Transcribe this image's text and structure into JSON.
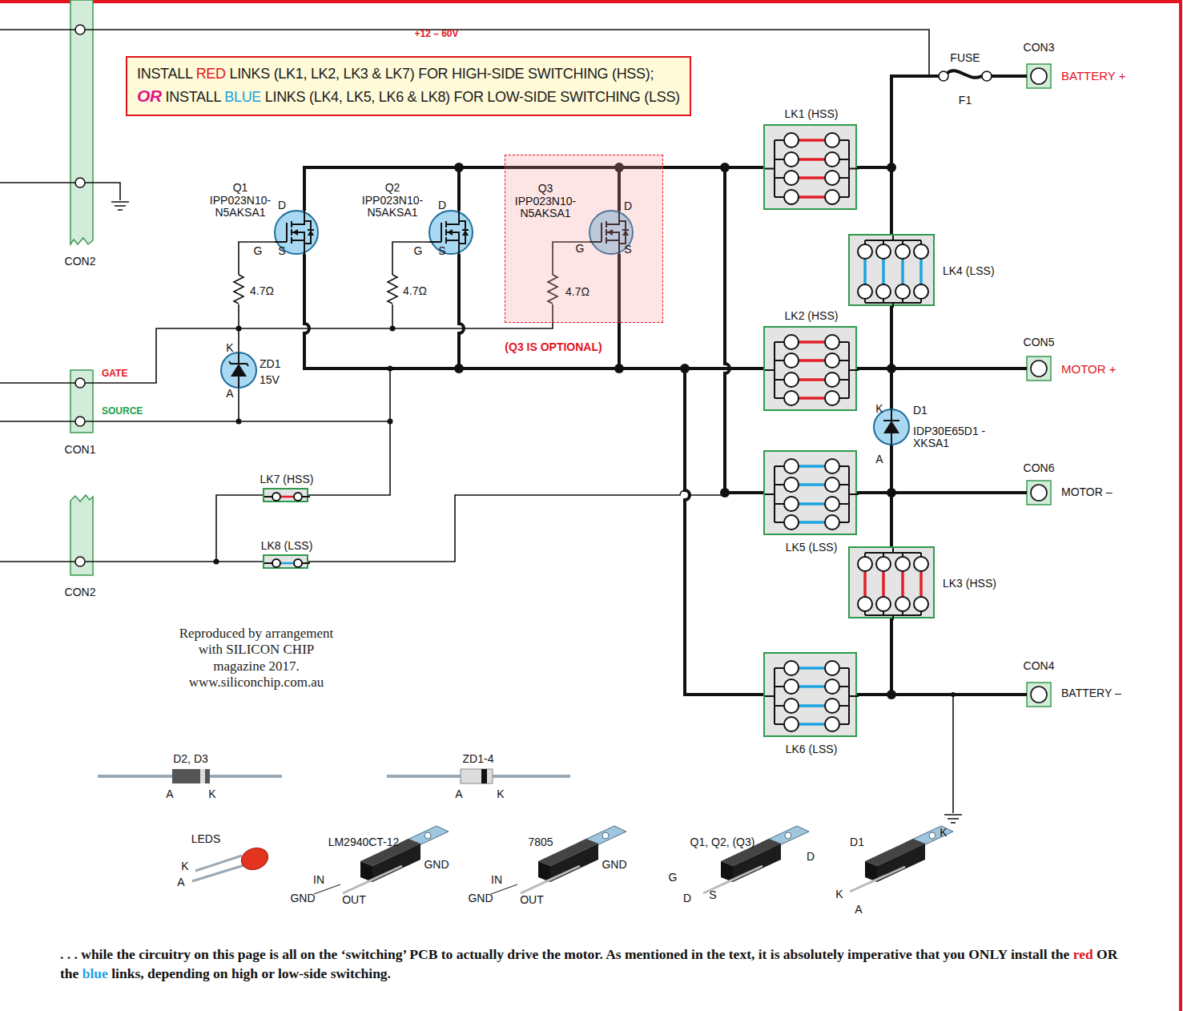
{
  "diagram": {
    "caption": ". . . while the circuitry on this page is all on the ‘switching’ PCB to actually drive the motor. As mentioned in the text, it is absolutely imperative that you ONLY install the red OR the blue links, depending on high or low-side switching.",
    "nodes": [
      {
        "text": [
          "INSTALL RED LINKS (LK1, LK2, LK3 & LK7) FOR HIGH-SIDE SWITCHING (HSS);",
          "OR INSTALL BLUE LINKS (LK4, LK5, LK6 & LK8) FOR LOW-SIDE SWITCHING (LSS)"
        ]
      },
      {
        "text": [
          "Q3",
          "IPP023N10- N5AKSA1",
          "D",
          "G",
          "S",
          "4.7Ω",
          "(Q3 IS OPTIONAL)"
        ]
      },
      {
        "text": [
          "LK1 (HSS)"
        ]
      },
      {
        "text": [
          "LK4 (LSS)"
        ]
      },
      {
        "text": [
          "LK2 (HSS)"
        ]
      },
      {
        "text": [
          "LK5 (LSS)"
        ]
      },
      {
        "text": [
          "LK3 (HSS)"
        ]
      },
      {
        "text": [
          "LK6 (LSS)"
        ]
      },
      {
        "text": [
          "LK7 (HSS)"
        ]
      },
      {
        "text": [
          "LK8 (LSS)"
        ]
      }
    ],
    "edges": [
      {
        "from": 2,
        "to": 3,
        "arrow": "none"
      },
      {
        "from": 3,
        "to": 4,
        "arrow": "none"
      },
      {
        "from": 5,
        "to": 6,
        "arrow": "none"
      },
      {
        "from": 6,
        "to": 7,
        "arrow": "none"
      }
    ],
    "labels": [
      "+12 – 60V",
      "FUSE",
      "F1",
      "CON3",
      "BATTERY +",
      "CON2",
      "Q1",
      "IPP023N10- N5AKSA1",
      "D",
      "G",
      "S",
      "4.7Ω",
      "Q2",
      "IPP023N10- N5AKSA1",
      "D",
      "G",
      "S",
      "4.7Ω",
      "K",
      "ZD1",
      "15V",
      "A",
      "GATE",
      "SOURCE",
      "CON1",
      "CON5",
      "MOTOR +",
      "K",
      "D1",
      "IDP30E65D1 -XKSA1",
      "A",
      "CON6",
      "MOTOR –",
      "CON2",
      "CON4",
      "BATTERY –",
      "Reproduced by arrangement with SILICON CHIP magazine 2017. www.siliconchip.com.au",
      "D2, D3",
      "A",
      "K",
      "ZD1-4",
      "A",
      "K",
      "LEDS",
      "K",
      "A",
      "LM2940CT-12",
      "IN",
      "GND",
      "GND",
      "OUT",
      "7805",
      "IN",
      "GND",
      "GND",
      "OUT",
      "Q1, Q2, (Q3)",
      "G",
      "D",
      "S",
      "D",
      "D1",
      "K",
      "K",
      "A"
    ]
  }
}
